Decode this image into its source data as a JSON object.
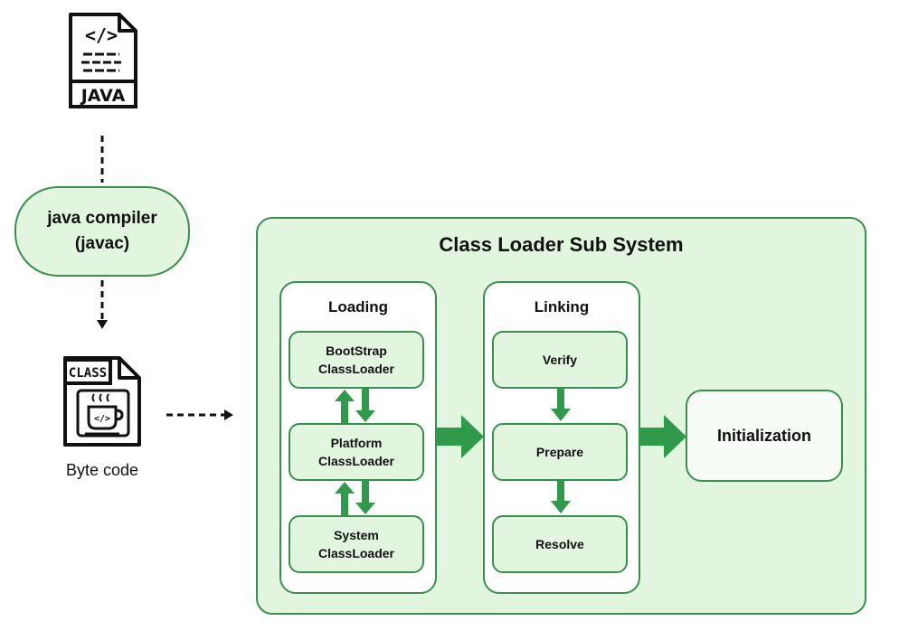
{
  "java_file": {
    "badge_label": "JAVA",
    "code_glyph": "</>"
  },
  "compiler": {
    "line1": "java compiler",
    "line2": "(javac)"
  },
  "class_file": {
    "badge_label": "CLASS",
    "code_glyph": "</>",
    "caption": "Byte code"
  },
  "subsystem": {
    "title": "Class Loader Sub System",
    "loading": {
      "title": "Loading",
      "items": [
        {
          "line1": "BootStrap",
          "line2": "ClassLoader"
        },
        {
          "line1": "Platform",
          "line2": "ClassLoader"
        },
        {
          "line1": "System",
          "line2": "ClassLoader"
        }
      ]
    },
    "linking": {
      "title": "Linking",
      "items": [
        "Verify",
        "Prepare",
        "Resolve"
      ]
    },
    "initialization": "Initialization"
  },
  "colors": {
    "accent": "#3a8f4c",
    "fill": "#e2f5df",
    "arrow": "#2f9a4a"
  }
}
